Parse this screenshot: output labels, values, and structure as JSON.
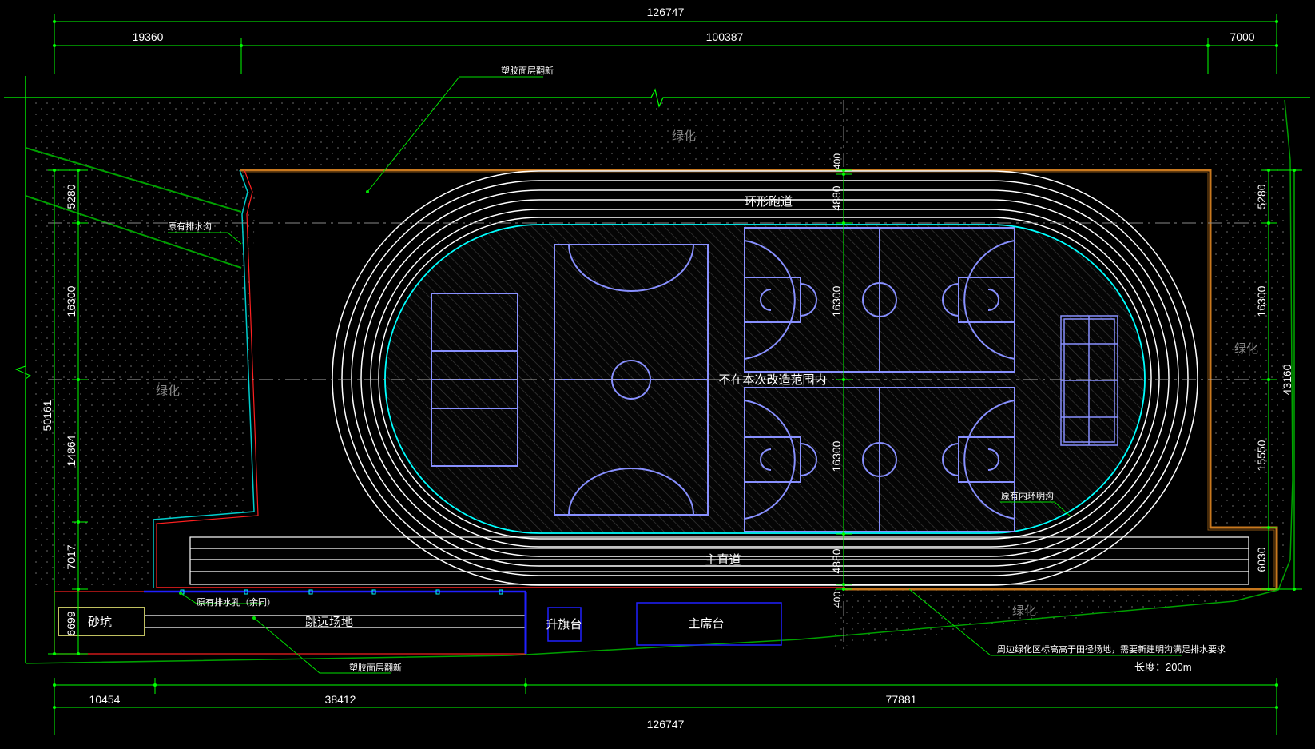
{
  "dimensions": {
    "top_total": "126747",
    "top_left": "19360",
    "top_mid": "100387",
    "top_right": "7000",
    "bottom_left": "10454",
    "bottom_mid": "38412",
    "bottom_right": "77881",
    "bottom_total": "126747",
    "left_total": "50161",
    "left_1": "5280",
    "left_2": "16300",
    "left_3": "14864",
    "left_4": "7017",
    "left_5": "6699",
    "right_1": "5280",
    "right_2": "16300",
    "right_3": "15550",
    "right_4": "6030",
    "right_total": "43160",
    "center_top_offset": "400",
    "center_top_lane": "4880",
    "center_upper_court": "16300",
    "center_lower_court": "16300",
    "center_bottom_lane": "4880",
    "center_bottom_offset": "400"
  },
  "labels": {
    "green_top": "绿化",
    "green_left": "绿化",
    "green_right": "绿化",
    "green_bottom": "绿化",
    "track": "环形跑道",
    "not_in_scope": "不在本次改造范围内",
    "main_straight": "主直道",
    "sand_pit": "砂坑",
    "long_jump": "跳远场地",
    "flag_platform": "升旗台",
    "rostrum": "主席台"
  },
  "callouts": {
    "resurface_top": "塑胶面层翻新",
    "existing_ditch": "原有排水沟",
    "inner_ring_drain": "原有内环明沟",
    "drain_holes": "原有排水孔（余同）",
    "resurface_bottom": "塑胶面层翻新",
    "peripheral_note": "周边绿化区标高高于田径场地，需要新建明沟满足排水要求",
    "length_note": "长度：200m"
  },
  "colors": {
    "background": "#000000",
    "dimension_green": "#00ff00",
    "callout_green": "#00e000",
    "track_white": "#ffffff",
    "court_blue": "#8890ff",
    "inner_cyan": "#00ffff",
    "boundary_orange": "#c8781e",
    "boundary_red": "#ff2020",
    "label_grey": "#8a8a8a",
    "sand_yellow": "#ffff80",
    "stand_blue": "#2020ff"
  }
}
